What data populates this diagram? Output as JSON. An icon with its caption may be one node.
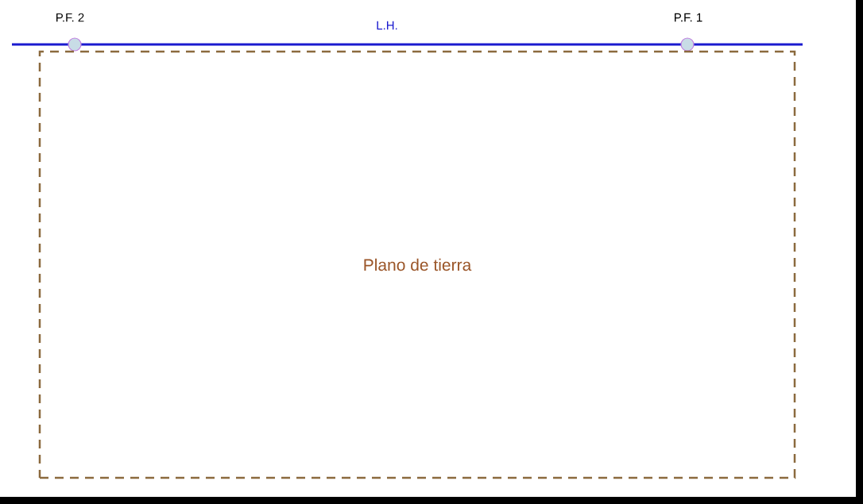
{
  "diagram": {
    "nodes": [
      {
        "text": [
          "P.F. 2"
        ]
      },
      {
        "text": [
          "P.F. 1"
        ]
      },
      {
        "text": [
          "Plano de tierra"
        ]
      }
    ],
    "labels": [
      "L.H."
    ]
  }
}
